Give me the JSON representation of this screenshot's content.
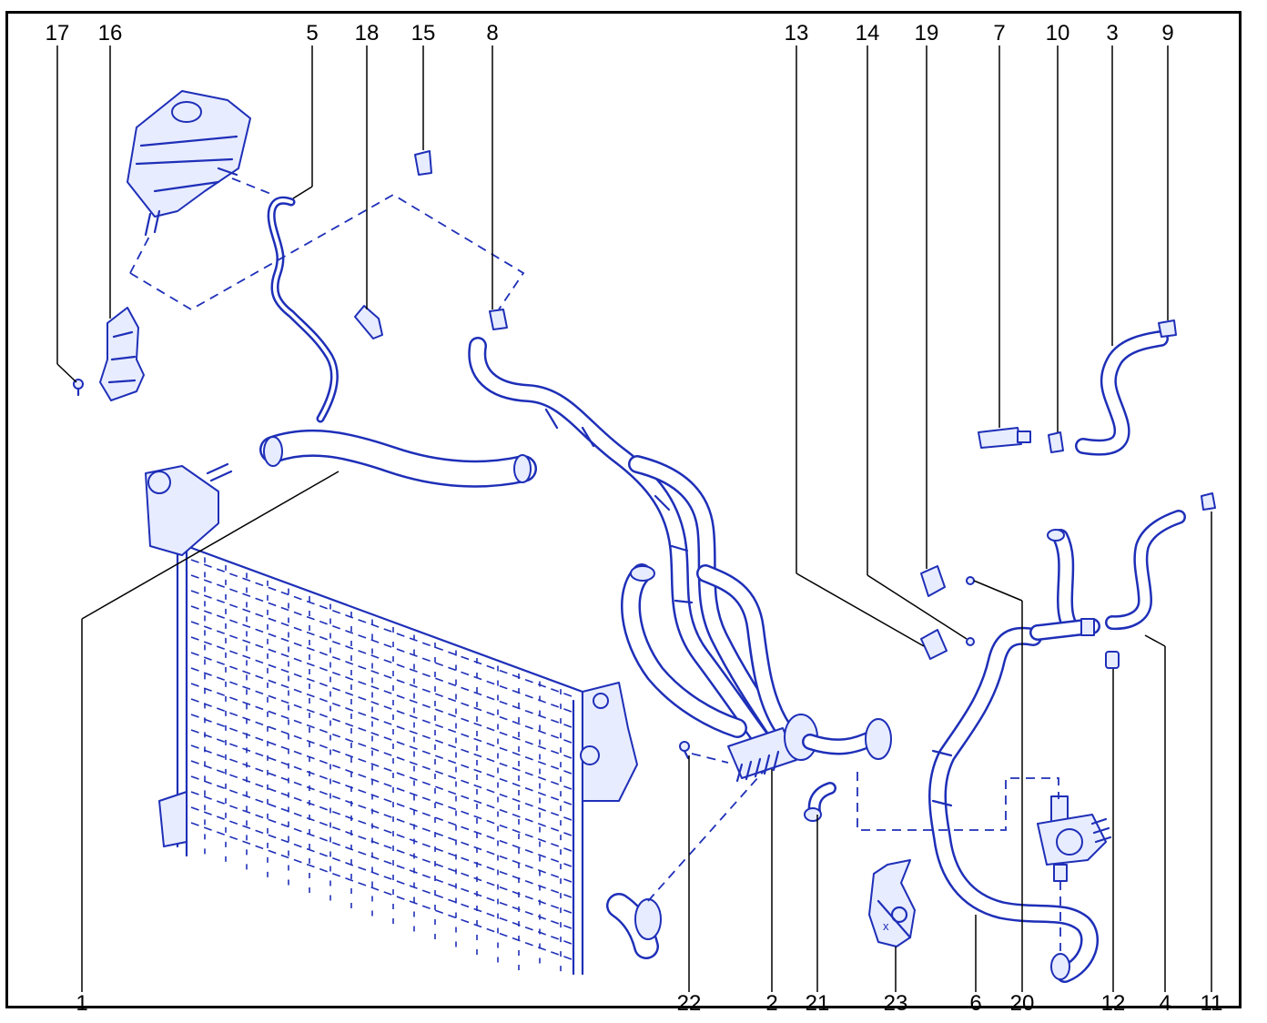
{
  "diagram": {
    "colors": {
      "parts": "#1e2fb8",
      "frame": "#000000",
      "background": "#ffffff"
    },
    "top_labels": [
      "17",
      "16",
      "5",
      "18",
      "15",
      "8",
      "13",
      "14",
      "19",
      "7",
      "10",
      "3",
      "9"
    ],
    "bottom_labels": [
      "1",
      "22",
      "2",
      "21",
      "23",
      "6",
      "20",
      "12",
      "4",
      "11"
    ],
    "callouts": {
      "c1": "1",
      "c2": "2",
      "c3": "3",
      "c4": "4",
      "c5": "5",
      "c6": "6",
      "c7": "7",
      "c8": "8",
      "c9": "9",
      "c10": "10",
      "c11": "11",
      "c12": "12",
      "c13": "13",
      "c14": "14",
      "c15": "15",
      "c16": "16",
      "c17": "17",
      "c18": "18",
      "c19": "19",
      "c20": "20",
      "c21": "21",
      "c22": "22",
      "c23": "23"
    },
    "small_mark": "x"
  }
}
